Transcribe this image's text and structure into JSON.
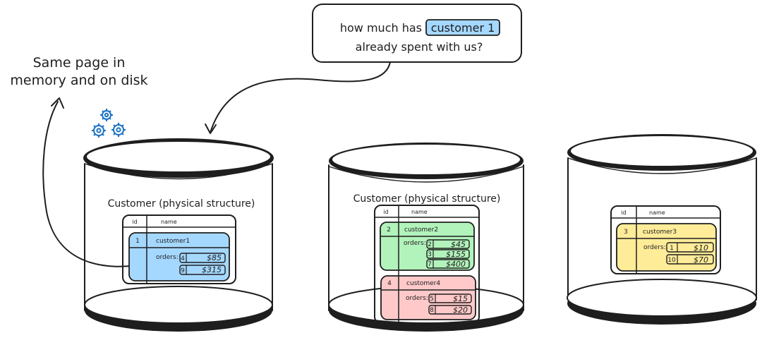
{
  "question": {
    "prefix": "how much has",
    "highlight": "customer 1",
    "line2": "already spent with us?"
  },
  "annotation": {
    "line1": "Same page in",
    "line2": "memory and on disk"
  },
  "colors": {
    "blue": "#a5d8ff",
    "green": "#b2f2bb",
    "red": "#ffc9c9",
    "yellow": "#ffec99",
    "ink": "#1e1e1e",
    "gear": "#1971c2"
  },
  "icons": {
    "gears": "gears-icon"
  },
  "shards": [
    {
      "title": "Customer (physical structure)",
      "header": {
        "id": "id",
        "name": "name"
      },
      "customers": [
        {
          "id": "1",
          "name": "customer1",
          "orders_label": "orders:",
          "orders": [
            {
              "id": "4",
              "amount": "$85"
            },
            {
              "id": "9",
              "amount": "$315"
            }
          ]
        }
      ]
    },
    {
      "title": "Customer (physical structure)",
      "header": {
        "id": "id",
        "name": "name"
      },
      "customers": [
        {
          "id": "2",
          "name": "customer2",
          "orders_label": "orders:",
          "orders": [
            {
              "id": "2",
              "amount": "$45"
            },
            {
              "id": "3",
              "amount": "$155"
            },
            {
              "id": "7",
              "amount": "$400"
            }
          ]
        },
        {
          "id": "4",
          "name": "customer4",
          "orders_label": "orders:",
          "orders": [
            {
              "id": "5",
              "amount": "$15"
            },
            {
              "id": "8",
              "amount": "$20"
            }
          ]
        }
      ]
    },
    {
      "title": "",
      "header": {
        "id": "id",
        "name": "name"
      },
      "customers": [
        {
          "id": "3",
          "name": "customer3",
          "orders_label": "orders:",
          "orders": [
            {
              "id": "1",
              "amount": "$10"
            },
            {
              "id": "10",
              "amount": "$70"
            }
          ]
        }
      ]
    }
  ]
}
